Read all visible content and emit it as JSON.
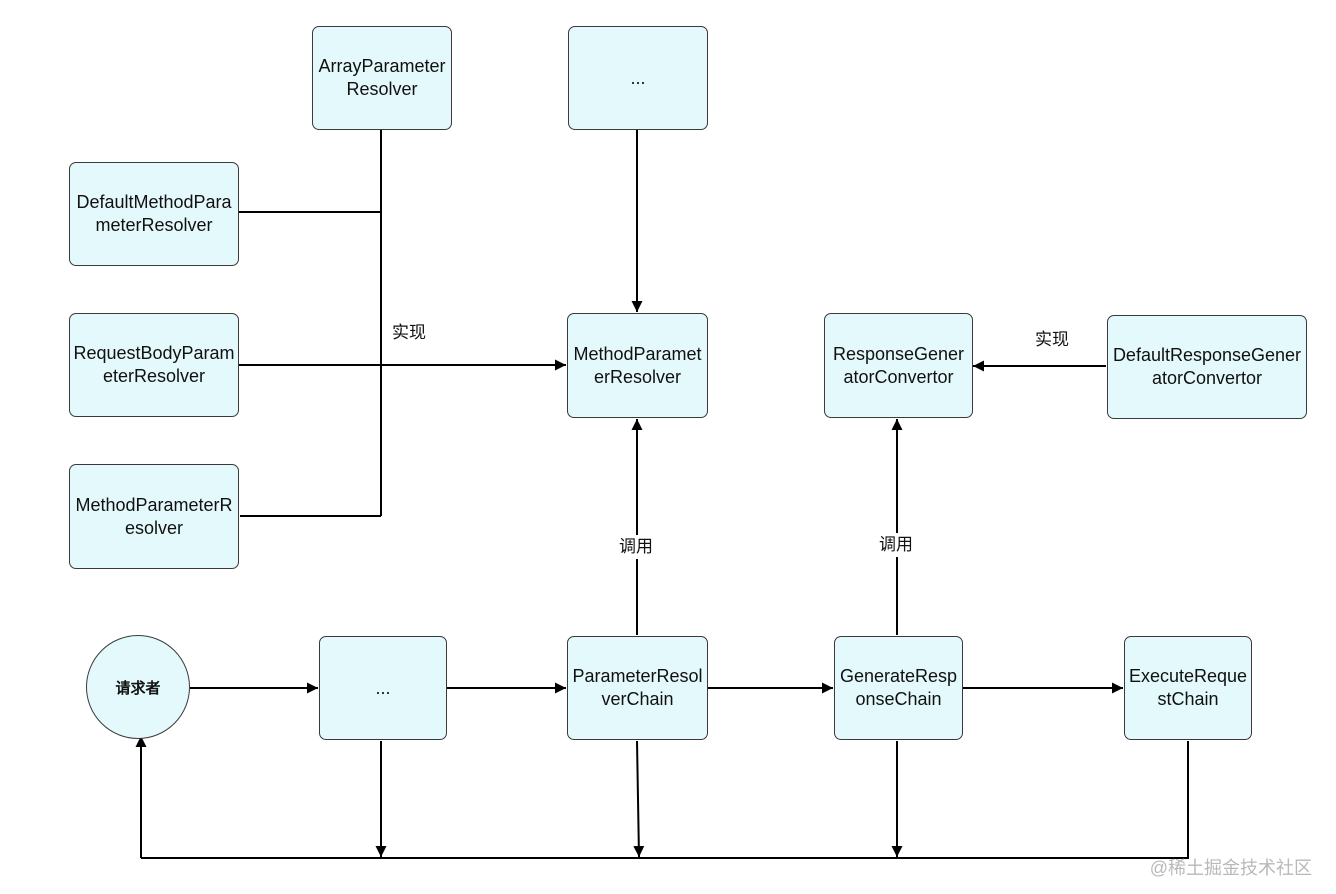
{
  "boxes": {
    "array_parameter_resolver": "ArrayParameterResolver",
    "ellipsis_top": "...",
    "default_method_parameter_resolver": "DefaultMethodParameterResolver",
    "request_body_parameter_resolver": "RequestBodyParameterResolver",
    "method_parameter_resolver_impl": "MethodParameterResolver",
    "method_parameter_resolver": "MethodParameterResolver",
    "response_generator_convertor": "ResponseGeneratorConvertor",
    "default_response_generator_convertor": "DefaultResponseGeneratorConvertor",
    "requester": "请求者",
    "ellipsis_bottom": "...",
    "parameter_resolver_chain": "ParameterResolverChain",
    "generate_response_chain": "GenerateResponseChain",
    "execute_request_chain": "ExecuteRequestChain"
  },
  "labels": {
    "implements_left": "实现",
    "implements_right": "实现",
    "invoke_left": "调用",
    "invoke_right": "调用"
  },
  "watermark": "@稀土掘金技术社区",
  "colors": {
    "box_fill": "#e3f9fb",
    "box_border": "#3a3a3a",
    "line": "#000000",
    "watermark": "#b9b9b9"
  }
}
